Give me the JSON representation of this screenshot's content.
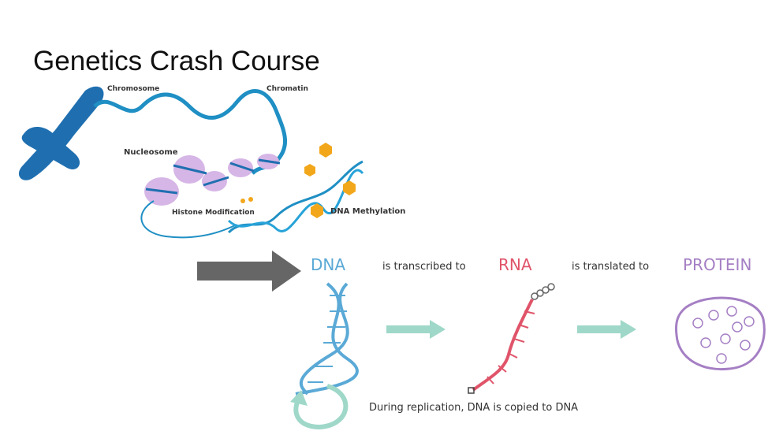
{
  "slide": {
    "title": "Genetics Crash Course"
  },
  "epigenetics_diagram": {
    "labels": {
      "chromosome": "Chromosome",
      "chromatin": "Chromatin",
      "nucleosome": "Nucleosome",
      "histone_modification": "Histone Modification",
      "dna_methylation": "DNA Methylation"
    },
    "colors": {
      "dna_blue": "#1f8fc4",
      "histone_purple": "#c9a6de",
      "methyl_orange": "#f2a71b"
    }
  },
  "central_dogma": {
    "dna": "DNA",
    "transcribed": "is transcribed to",
    "rna": "RNA",
    "translated": "is translated to",
    "protein": "PROTEIN",
    "caption": "During replication, DNA is copied to DNA",
    "colors": {
      "dna": "#5aa9d6",
      "rna": "#e0546a",
      "protein": "#a57fc4",
      "arrow": "#9fd8c8"
    }
  },
  "pointer_arrow": {
    "color": "#666666"
  }
}
